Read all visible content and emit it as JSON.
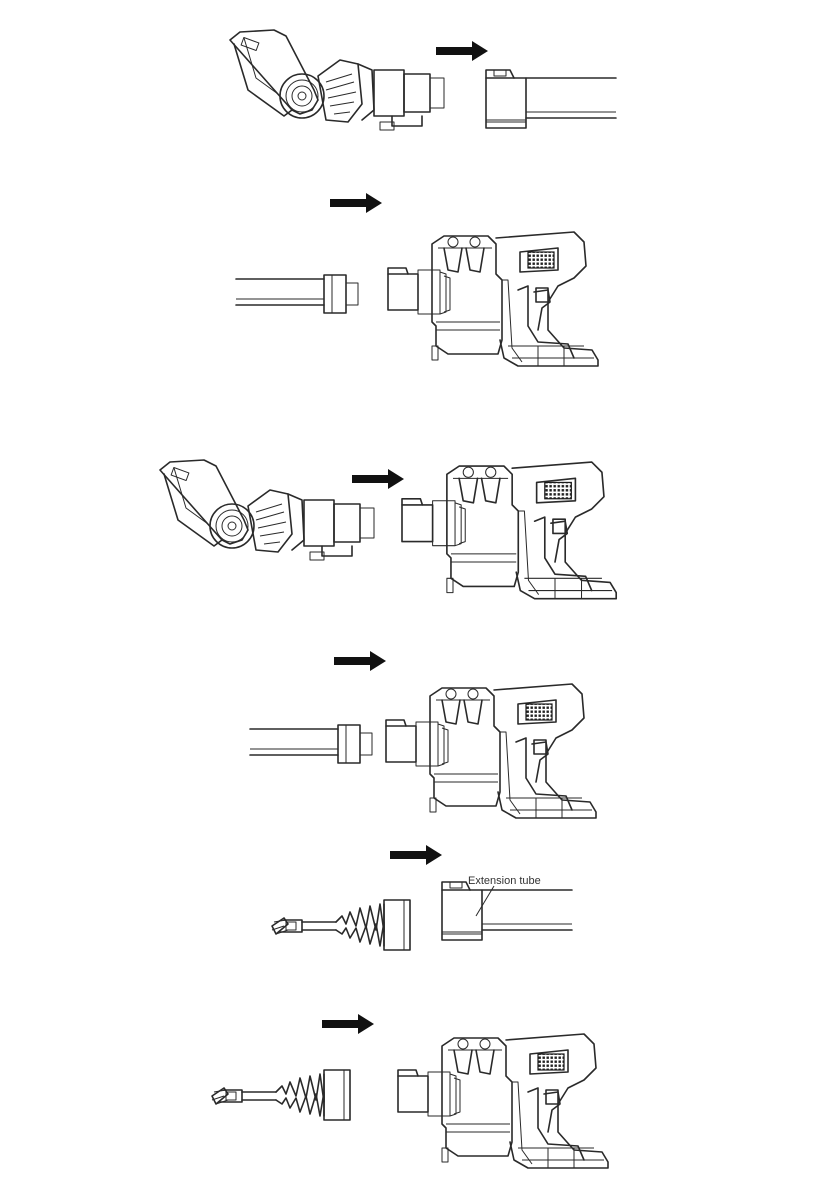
{
  "labels": {
    "extension_tube": "Extension tube"
  },
  "steps": [
    {
      "id": 1,
      "left": "floor-brush",
      "right": "extension-tube"
    },
    {
      "id": 2,
      "left": "extension-tube",
      "right": "main-unit"
    },
    {
      "id": 3,
      "left": "floor-brush",
      "right": "main-unit"
    },
    {
      "id": 4,
      "left": "extension-tube",
      "right": "main-unit"
    },
    {
      "id": 5,
      "left": "crevice-brush",
      "right": "extension-tube"
    },
    {
      "id": 6,
      "left": "crevice-brush",
      "right": "main-unit"
    }
  ],
  "colors": {
    "line": "#2a2a2a",
    "background": "#ffffff"
  }
}
